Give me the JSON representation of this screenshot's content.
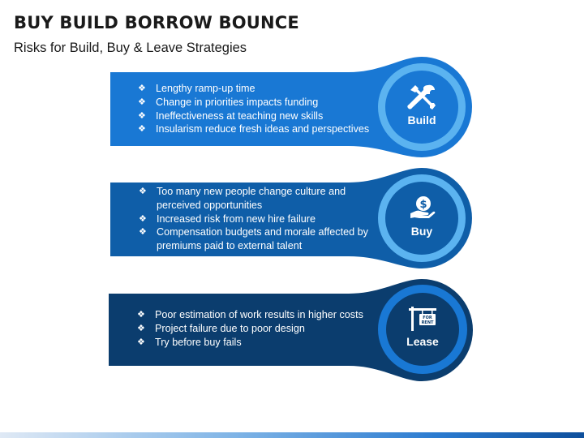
{
  "header": {
    "title": "BUY BUILD BORROW BOUNCE",
    "subtitle": "Risks for Build, Buy & Leave Strategies"
  },
  "bullet_marker": "❖",
  "strategies": [
    {
      "label": "Build",
      "icon": "tools-icon",
      "color": "#1978d4",
      "ring_color": "#5bb3f0",
      "bullets": [
        "Lengthy ramp-up time",
        "Change in priorities impacts funding",
        "Ineffectiveness at teaching new skills",
        "Insularism reduce fresh ideas and perspectives"
      ]
    },
    {
      "label": "Buy",
      "icon": "money-hand-icon",
      "color": "#0f5ea8",
      "ring_color": "#5bb3f0",
      "bullets": [
        "Too many new people change culture and perceived opportunities",
        "Increased risk from new hire failure",
        "Compensation budgets and morale affected by premiums paid to external talent"
      ]
    },
    {
      "label": "Lease",
      "icon": "for-rent-sign-icon",
      "color": "#0b3d6e",
      "ring_color": "#1978d4",
      "bullets": [
        "Poor estimation of work results in higher costs",
        "Project failure due to poor design",
        "Try before buy fails"
      ]
    }
  ],
  "sign_text": {
    "line1": "FOR",
    "line2": "RENT"
  }
}
